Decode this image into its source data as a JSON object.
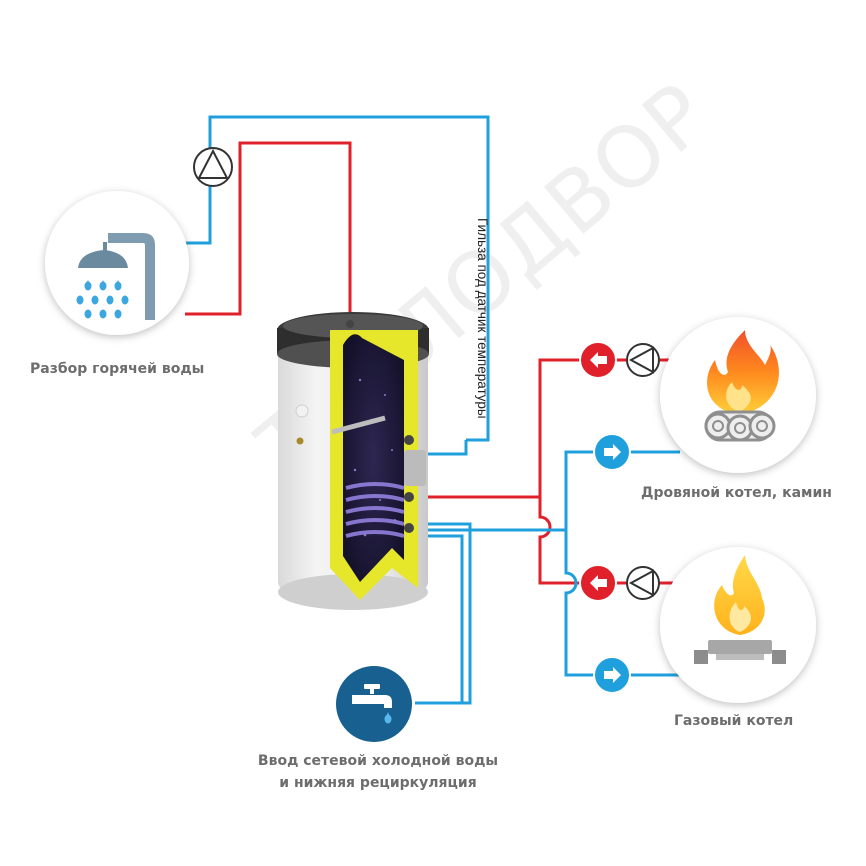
{
  "labels": {
    "hot_water": "Разбор горячей воды",
    "wood_boiler": "Дровяной котел, камин",
    "gas_boiler": "Газовый котел",
    "cold_in_line1": "Ввод  сетевой холодной воды",
    "cold_in_line2": "и нижняя рециркуляция",
    "sensor_sleeve": "Гильза под датчик температуры"
  },
  "watermark": "ТЕПЛОДВОР",
  "colors": {
    "hot_pipe": "#e0202a",
    "cold_pipe": "#1fa0dc",
    "circle_bg": "#ffffff",
    "circle_border": "#dddddd",
    "insulation": "#e6e62a",
    "tank_inner": "#221d3d",
    "faucet_circle": "#17608f"
  },
  "icons": {
    "shower": "shower-icon",
    "fire": "fire-icon",
    "gas": "gas-flame-icon",
    "faucet": "faucet-icon",
    "pump": "pump-icon",
    "check_valve": "check-valve-icon"
  }
}
